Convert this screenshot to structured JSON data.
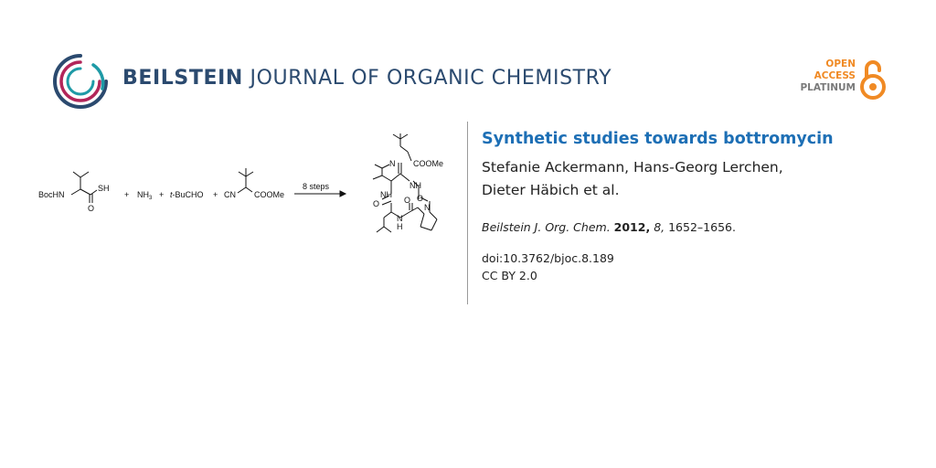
{
  "journal": {
    "brand": "BEILSTEIN",
    "rest": " JOURNAL OF ORGANIC CHEMISTRY",
    "colors": {
      "navy": "#2b4a6f",
      "teal": "#1e9aa6",
      "magenta": "#b2265a"
    }
  },
  "open_access": {
    "line1": "OPEN",
    "line2": "ACCESS",
    "line3": "PLATINUM",
    "colors": {
      "orange": "#f08a24",
      "grey": "#7a7a7a"
    }
  },
  "scheme": {
    "reactant1": {
      "protect": "BocHN",
      "sh": "SH",
      "o": "O"
    },
    "plus": "+",
    "ammonia_nh": "NH",
    "ammonia_sub": "3",
    "aldehyde_prefix": "t",
    "aldehyde_rest": "-BuCHO",
    "isocyanide": {
      "cn": "CN",
      "ester": "COOMe"
    },
    "arrow_label": "8 steps",
    "product": {
      "n_top": "N",
      "ester": "COOMe",
      "nh1": "NH",
      "nh2": "NH",
      "o1": "O",
      "o2": "O",
      "o3": "O",
      "n_ring": "N",
      "nh3": "N",
      "h3": "H"
    }
  },
  "article": {
    "title": "Synthetic studies towards bottromycin",
    "authors_line1": "Stefanie Ackermann, Hans-Georg Lerchen,",
    "authors_line2": "Dieter Häbich et al.",
    "citation": {
      "journal": "Beilstein J. Org. Chem.",
      "year": "2012,",
      "volume": "8,",
      "pages": "1652–1656."
    },
    "doi": "doi:10.3762/bjoc.8.189",
    "license": "CC BY 2.0",
    "title_color": "#1d6fb5"
  }
}
